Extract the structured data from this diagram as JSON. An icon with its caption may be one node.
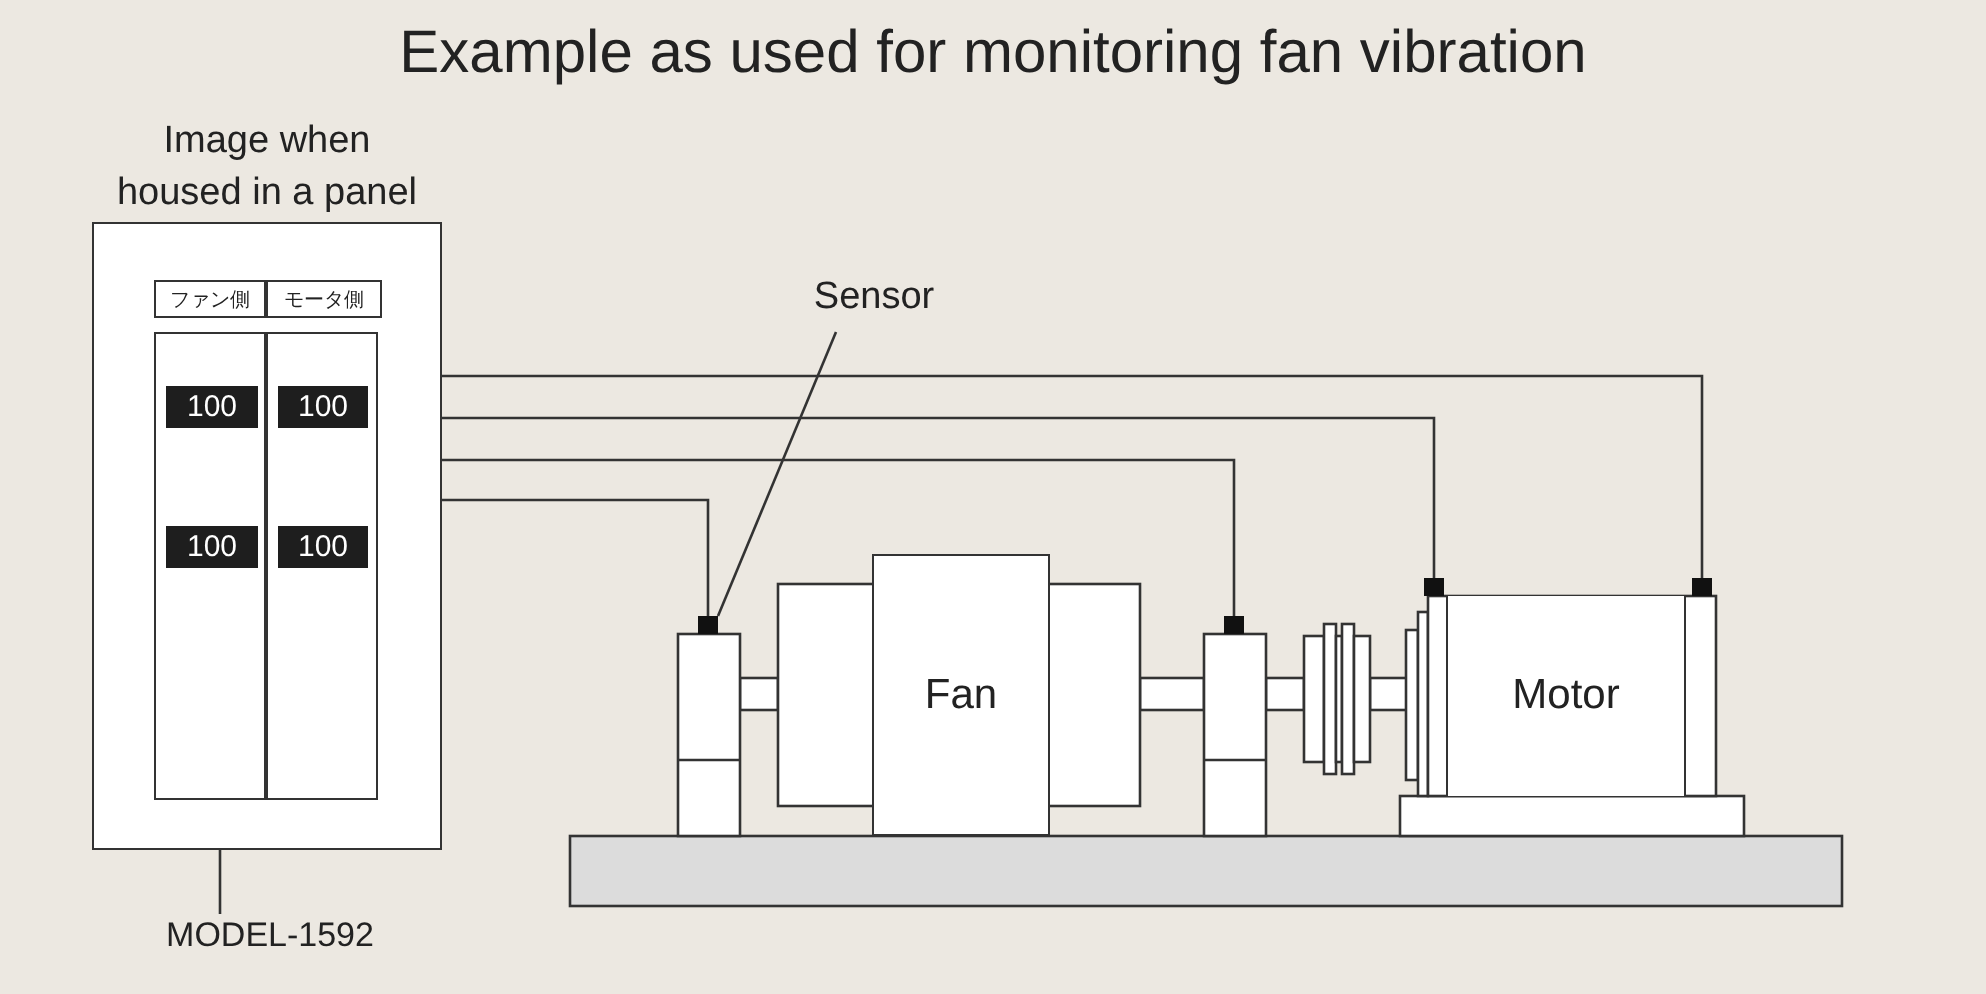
{
  "diagram": {
    "title": "Example as used for monitoring fan vibration",
    "nodes": [
      {
        "text": [
          "Image when housed in a panel"
        ]
      },
      {
        "text": [
          "ファン側"
        ],
        "in": 0
      },
      {
        "text": [
          "モータ側"
        ],
        "in": 0
      },
      {
        "text": [],
        "shape": "box",
        "in": 0
      },
      {
        "text": [
          "100"
        ],
        "in": 3
      },
      {
        "text": [
          "100"
        ],
        "in": 3
      },
      {
        "text": [
          "100"
        ],
        "in": 3
      },
      {
        "text": [
          "100"
        ],
        "in": 3
      },
      {
        "text": [
          "MODEL-1592"
        ]
      },
      {
        "text": [
          "Sensor"
        ]
      },
      {
        "text": [],
        "shape": "box"
      },
      {
        "text": [],
        "shape": "box"
      },
      {
        "text": [],
        "shape": "box"
      },
      {
        "text": [],
        "shape": "box"
      },
      {
        "text": [
          "Fan"
        ]
      },
      {
        "text": [
          "Motor"
        ]
      }
    ],
    "edges": [
      {
        "from": 0,
        "to": 13,
        "arrow": "none"
      },
      {
        "from": 0,
        "to": 12,
        "arrow": "none"
      },
      {
        "from": 0,
        "to": 11,
        "arrow": "none"
      },
      {
        "from": 0,
        "to": 10,
        "arrow": "none"
      },
      {
        "from": 8,
        "to": 3,
        "arrow": "none"
      },
      {
        "from": 9,
        "to": 10,
        "arrow": "none"
      }
    ]
  }
}
